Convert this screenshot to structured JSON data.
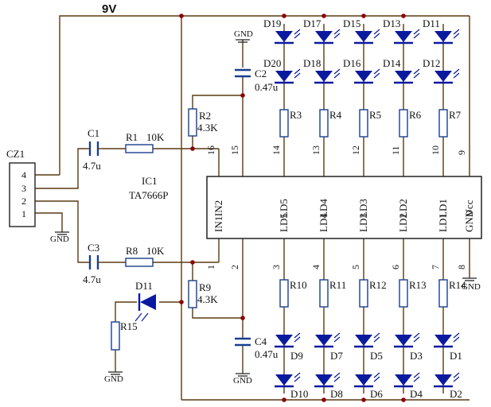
{
  "supply": {
    "label": "9V"
  },
  "connector": {
    "ref": "CZ1",
    "pins": [
      "4",
      "3",
      "2",
      "1"
    ]
  },
  "ic": {
    "ref": "IC1",
    "part": "TA7666P",
    "top_pins": [
      {
        "num": "16",
        "name": "IN2"
      },
      {
        "num": "15",
        "name": ""
      },
      {
        "num": "14",
        "name": "LD5"
      },
      {
        "num": "13",
        "name": "LD4"
      },
      {
        "num": "12",
        "name": "LD3"
      },
      {
        "num": "11",
        "name": "LD2"
      },
      {
        "num": "10",
        "name": "LD1"
      },
      {
        "num": "9",
        "name": "Vcc"
      }
    ],
    "bottom_pins": [
      {
        "num": "1",
        "name": "IN1"
      },
      {
        "num": "2",
        "name": ""
      },
      {
        "num": "3",
        "name": "LD5"
      },
      {
        "num": "4",
        "name": "LD4"
      },
      {
        "num": "5",
        "name": "LD3"
      },
      {
        "num": "6",
        "name": "LD2"
      },
      {
        "num": "7",
        "name": "LD1"
      },
      {
        "num": "8",
        "name": "GND"
      }
    ]
  },
  "capacitors": [
    {
      "ref": "C1",
      "value": "4.7u"
    },
    {
      "ref": "C3",
      "value": "4.7u"
    },
    {
      "ref": "C2",
      "value": "0.47u"
    },
    {
      "ref": "C4",
      "value": "0.47u"
    }
  ],
  "resistors": [
    {
      "ref": "R1",
      "value": "10K"
    },
    {
      "ref": "R8",
      "value": "10K"
    },
    {
      "ref": "R2",
      "value": "4.3K"
    },
    {
      "ref": "R9",
      "value": "4.3K"
    },
    {
      "ref": "R15",
      "value": ""
    }
  ],
  "top_resistors": [
    "R3",
    "R4",
    "R5",
    "R6",
    "R7"
  ],
  "bottom_resistors": [
    "R10",
    "R11",
    "R12",
    "R13",
    "R14"
  ],
  "top_leds_row1": [
    "D19",
    "D17",
    "D15",
    "D13",
    "D11"
  ],
  "top_leds_row2": [
    "D20",
    "D18",
    "D16",
    "D14",
    "D12"
  ],
  "bottom_leds_row1": [
    "D9",
    "D7",
    "D5",
    "D3",
    "D1"
  ],
  "bottom_leds_row2": [
    "D10",
    "D8",
    "D6",
    "D4",
    "D2"
  ],
  "power_led": "D11",
  "ground_label": "GND"
}
